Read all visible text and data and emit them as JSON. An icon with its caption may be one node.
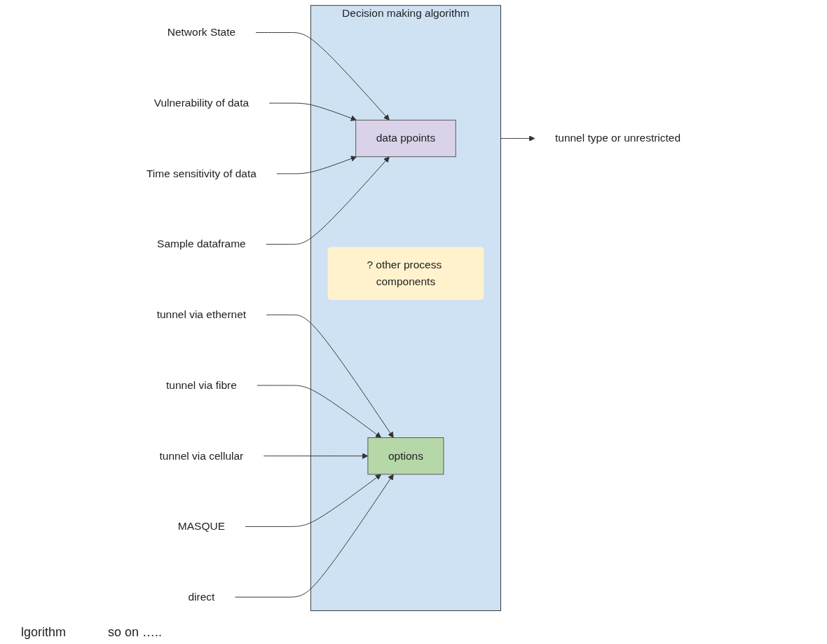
{
  "diagram": {
    "nodes": [
      {
        "text": [
          "Decision making algorithm"
        ]
      },
      {
        "text": [
          "data ppoints"
        ],
        "in": 0
      },
      {
        "text": [
          "? other process components"
        ],
        "in": 0
      },
      {
        "text": [
          "options"
        ],
        "in": 0
      },
      {
        "text": [
          "Network State"
        ]
      },
      {
        "text": [
          "Vulnerability of data"
        ]
      },
      {
        "text": [
          "Time sensitivity of data"
        ]
      },
      {
        "text": [
          "Sample dataframe"
        ]
      },
      {
        "text": [
          "tunnel type or unrestricted"
        ]
      },
      {
        "text": [
          "tunnel via ethernet"
        ]
      },
      {
        "text": [
          "tunnel via fibre"
        ]
      },
      {
        "text": [
          "tunnel via cellular"
        ]
      },
      {
        "text": [
          "MASQUE"
        ]
      },
      {
        "text": [
          "direct"
        ]
      }
    ],
    "edges": [
      {
        "from": 4,
        "to": 1,
        "arrow": "to"
      },
      {
        "from": 5,
        "to": 1,
        "arrow": "to"
      },
      {
        "from": 6,
        "to": 1,
        "arrow": "to"
      },
      {
        "from": 7,
        "to": 1,
        "arrow": "to"
      },
      {
        "from": 0,
        "to": 8,
        "arrow": "to"
      },
      {
        "from": 9,
        "to": 3,
        "arrow": "to"
      },
      {
        "from": 10,
        "to": 3,
        "arrow": "to"
      },
      {
        "from": 11,
        "to": 3,
        "arrow": "to"
      },
      {
        "from": 12,
        "to": 3,
        "arrow": "to"
      },
      {
        "from": 13,
        "to": 3,
        "arrow": "to"
      }
    ],
    "labels": [
      "lgorithm",
      "so on ….."
    ]
  }
}
